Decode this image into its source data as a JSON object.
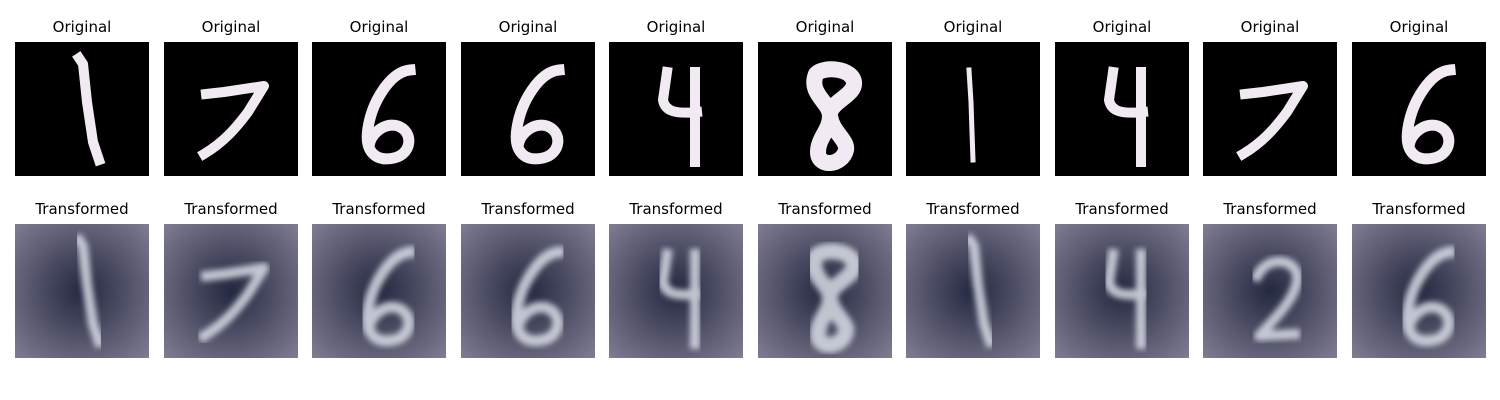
{
  "rows": [
    {
      "key": "original",
      "title": "Original",
      "digits": [
        "1",
        "7",
        "6",
        "6",
        "4",
        "8",
        "1",
        "4",
        "7",
        "6"
      ]
    },
    {
      "key": "transformed",
      "title": "Transformed",
      "digits": [
        "1",
        "7",
        "6",
        "6",
        "4",
        "8",
        "1",
        "4",
        "2",
        "6"
      ]
    }
  ],
  "colors": {
    "original_background": "#000000",
    "original_stroke": "#f2eaf2",
    "transformed_background": "#7f7c92",
    "transformed_stroke": "#d9dde6",
    "transformed_dark": "#242840"
  }
}
